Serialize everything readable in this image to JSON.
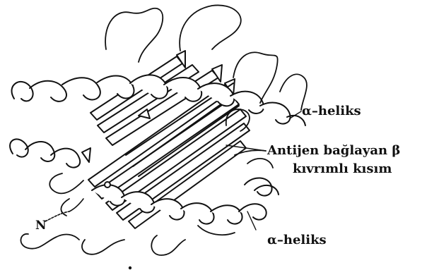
{
  "labels": {
    "alpha_helix_top": "α–heliks",
    "binding_site_line1": "Antijen bağlayan β",
    "binding_site_line2": "kıvrımlı kısım",
    "alpha_helix_bottom": "α–heliks",
    "n_terminus": "N"
  },
  "colors": {
    "ink": "#111111",
    "ribbon_fill": "#ffffff",
    "background": "#ffffff"
  }
}
